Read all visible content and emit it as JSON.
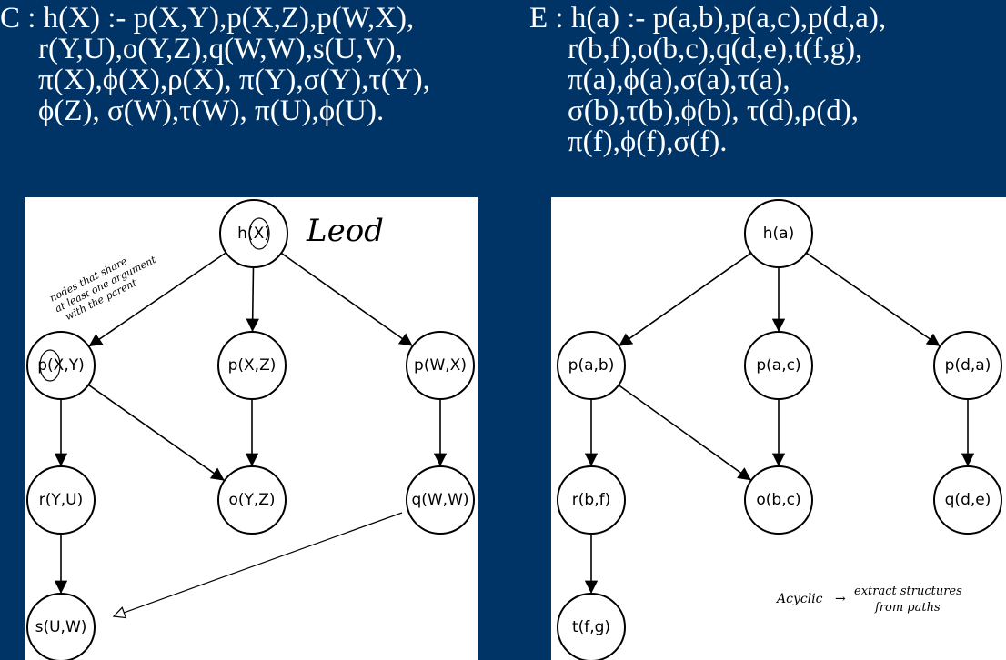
{
  "clause_c": {
    "lines": [
      "C : h(X) :- p(X,Y),p(X,Z),p(W,X),",
      "r(Y,U),o(Y,Z),q(W,W),s(U,V),",
      "π(X),ϕ(X),ρ(X), π(Y),σ(Y),τ(Y),",
      "ϕ(Z), σ(W),τ(W), π(U),ϕ(U)."
    ]
  },
  "clause_e": {
    "lines": [
      "E : h(a) :- p(a,b),p(a,c),p(d,a),",
      "r(b,f),o(b,c),q(d,e),t(f,g),",
      "π(a),ϕ(a),σ(a),τ(a),",
      "σ(b),τ(b),ϕ(b), τ(d),ρ(d),",
      "π(f),ϕ(f),σ(f)."
    ]
  },
  "diagram_left": {
    "nodes": [
      {
        "id": "h",
        "label": "h(X)"
      },
      {
        "id": "p1",
        "label": "p(X,Y)"
      },
      {
        "id": "p2",
        "label": "p(X,Z)"
      },
      {
        "id": "p3",
        "label": "p(W,X)"
      },
      {
        "id": "r",
        "label": "r(Y,U)"
      },
      {
        "id": "o",
        "label": "o(Y,Z)"
      },
      {
        "id": "q",
        "label": "q(W,W)"
      },
      {
        "id": "s",
        "label": "s(U,W)"
      }
    ],
    "edges": [
      [
        "h",
        "p1"
      ],
      [
        "h",
        "p2"
      ],
      [
        "h",
        "p3"
      ],
      [
        "p1",
        "r"
      ],
      [
        "p1",
        "o"
      ],
      [
        "p2",
        "o"
      ],
      [
        "p3",
        "q"
      ],
      [
        "r",
        "s"
      ]
    ],
    "annotations": {
      "head_note": "Leod",
      "edge_note_line1": "nodes that share",
      "edge_note_line2": "at least one argument",
      "edge_note_line3": "with the parent"
    }
  },
  "diagram_right": {
    "nodes": [
      {
        "id": "h",
        "label": "h(a)"
      },
      {
        "id": "p1",
        "label": "p(a,b)"
      },
      {
        "id": "p2",
        "label": "p(a,c)"
      },
      {
        "id": "p3",
        "label": "p(d,a)"
      },
      {
        "id": "r",
        "label": "r(b,f)"
      },
      {
        "id": "o",
        "label": "o(b,c)"
      },
      {
        "id": "q",
        "label": "q(d,e)"
      },
      {
        "id": "t",
        "label": "t(f,g)"
      }
    ],
    "edges": [
      [
        "h",
        "p1"
      ],
      [
        "h",
        "p2"
      ],
      [
        "h",
        "p3"
      ],
      [
        "p1",
        "r"
      ],
      [
        "p1",
        "o"
      ],
      [
        "p2",
        "o"
      ],
      [
        "p3",
        "q"
      ],
      [
        "r",
        "t"
      ]
    ],
    "annotations": {
      "note_left": "Acyclic",
      "note_arrow": "→",
      "note_line1": "extract structures",
      "note_line2": "from paths"
    }
  },
  "colors": {
    "background": "#003366",
    "text": "#ffffff",
    "panel": "#ffffff",
    "ink": "#000000"
  }
}
